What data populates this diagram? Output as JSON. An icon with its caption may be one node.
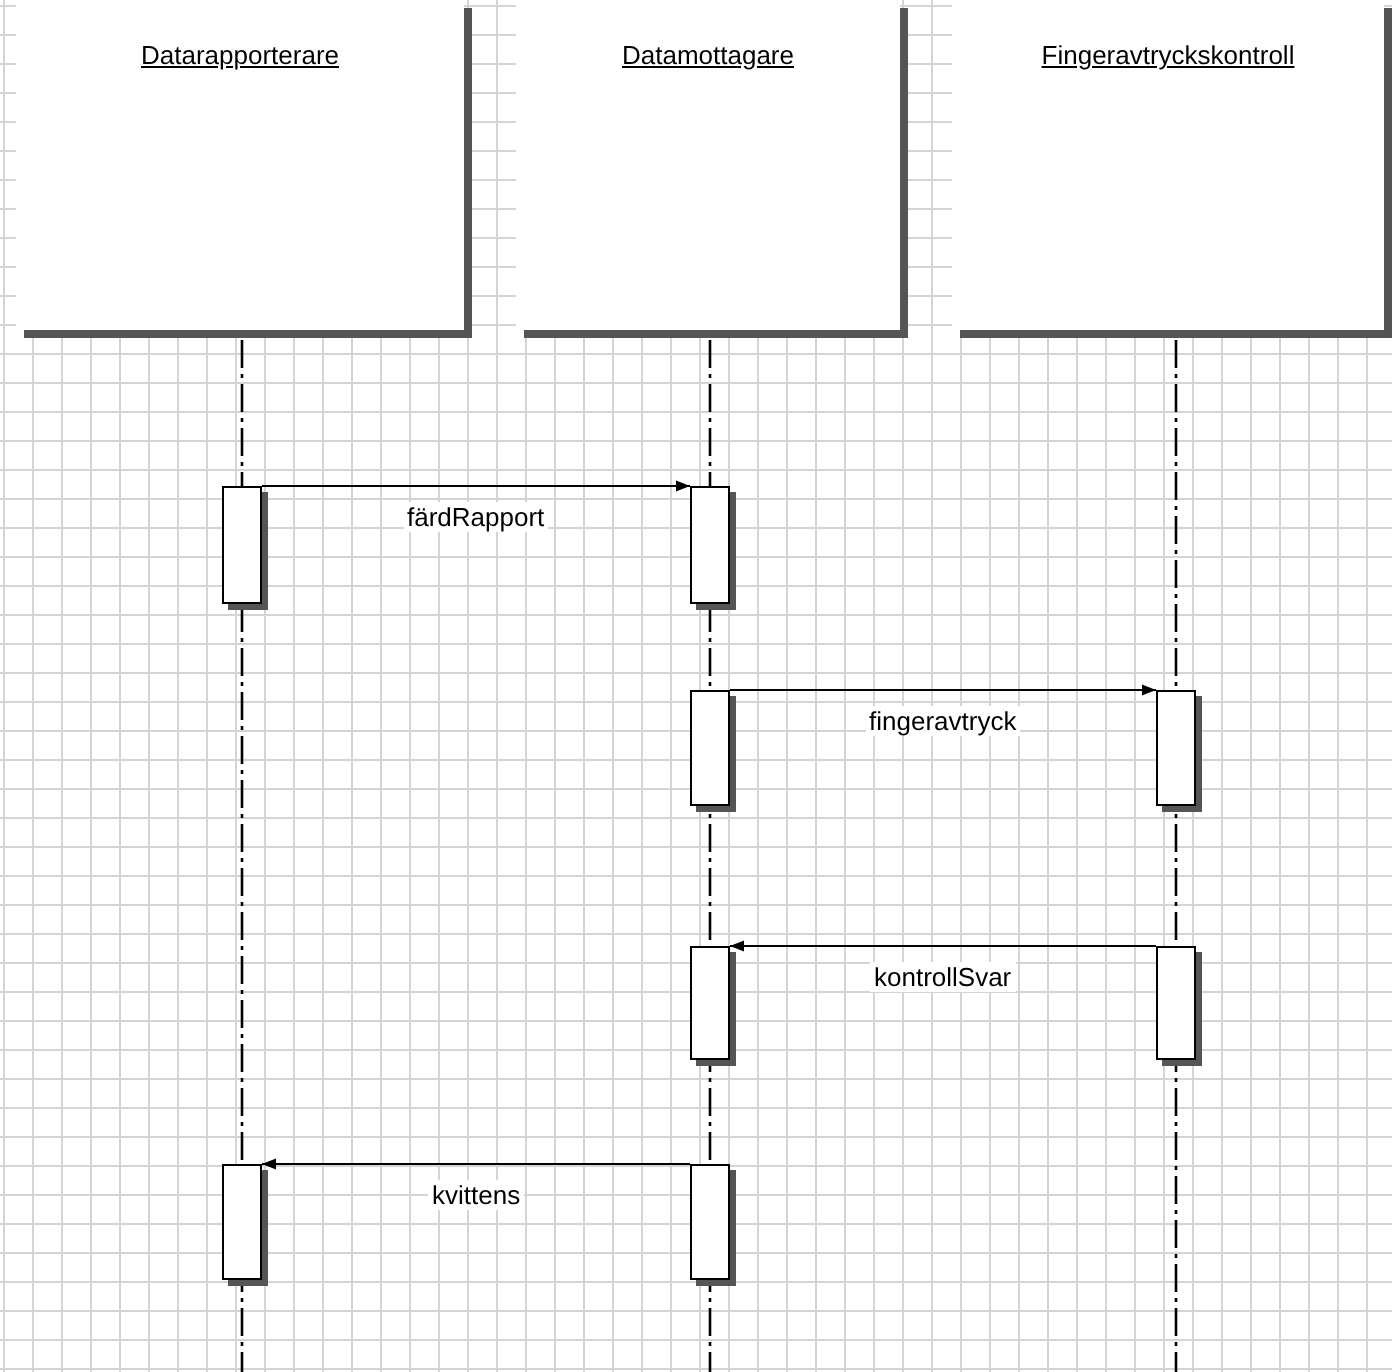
{
  "diagram": {
    "nodes": [
      {
        "text": [
          "Datarapporterare"
        ]
      },
      {
        "text": [
          "Datamottagare"
        ]
      },
      {
        "text": [
          "Fingeravtryckskontroll"
        ]
      },
      {
        "text": [],
        "shape": "bar"
      },
      {
        "text": [],
        "shape": "bar"
      },
      {
        "text": [],
        "shape": "bar"
      },
      {
        "text": [],
        "shape": "bar"
      },
      {
        "text": [],
        "shape": "bar"
      },
      {
        "text": [],
        "shape": "bar"
      },
      {
        "text": [],
        "shape": "bar"
      },
      {
        "text": [],
        "shape": "bar"
      }
    ],
    "edges": [
      {
        "from": 3,
        "to": 4,
        "arrow": "to",
        "label": "färdRapport"
      },
      {
        "from": 5,
        "to": 6,
        "arrow": "to",
        "label": "fingeravtryck"
      },
      {
        "from": 8,
        "to": 7,
        "arrow": "to",
        "label": "kontrollSvar"
      },
      {
        "from": 10,
        "to": 9,
        "arrow": "to",
        "label": "kvittens"
      }
    ]
  }
}
